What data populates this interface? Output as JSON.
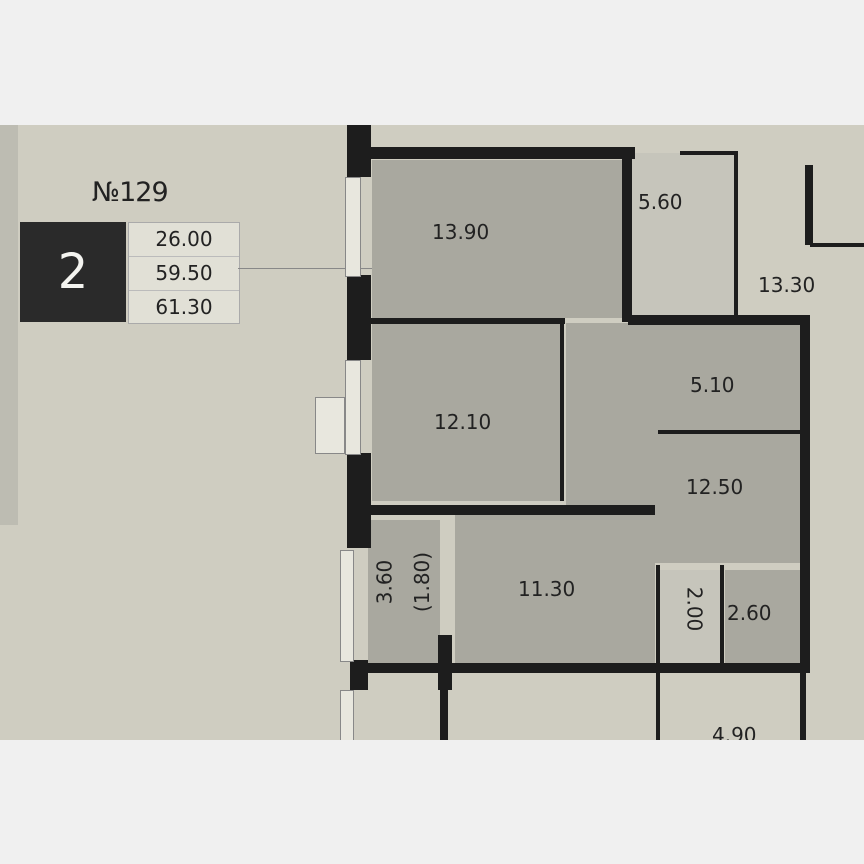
{
  "apartment": {
    "number_label": "№129",
    "rooms_count": "2",
    "areas": {
      "living": "26.00",
      "total": "59.50",
      "total_with_balcony": "61.30"
    }
  },
  "rooms": [
    {
      "id": "bedroom-1",
      "area": "13.90"
    },
    {
      "id": "bedroom-2",
      "area": "12.10"
    },
    {
      "id": "kitchen",
      "area": "11.30"
    },
    {
      "id": "hall",
      "area": "12.50"
    },
    {
      "id": "bathroom",
      "area": "5.10"
    },
    {
      "id": "wc",
      "area": "2.00"
    },
    {
      "id": "storage",
      "area": "2.60"
    },
    {
      "id": "loggia",
      "area": "3.60",
      "area_reduced": "(1.80)"
    },
    {
      "id": "neighbor-bath",
      "area": "5.60"
    },
    {
      "id": "corridor",
      "area": "13.30"
    },
    {
      "id": "neighbor-bath-lower",
      "area": "4.90"
    }
  ],
  "colors": {
    "wall": "#1d1d1d",
    "room_fill": "#a9a89f",
    "paper": "#cfcdc1",
    "badge": "#2a2a2a"
  }
}
